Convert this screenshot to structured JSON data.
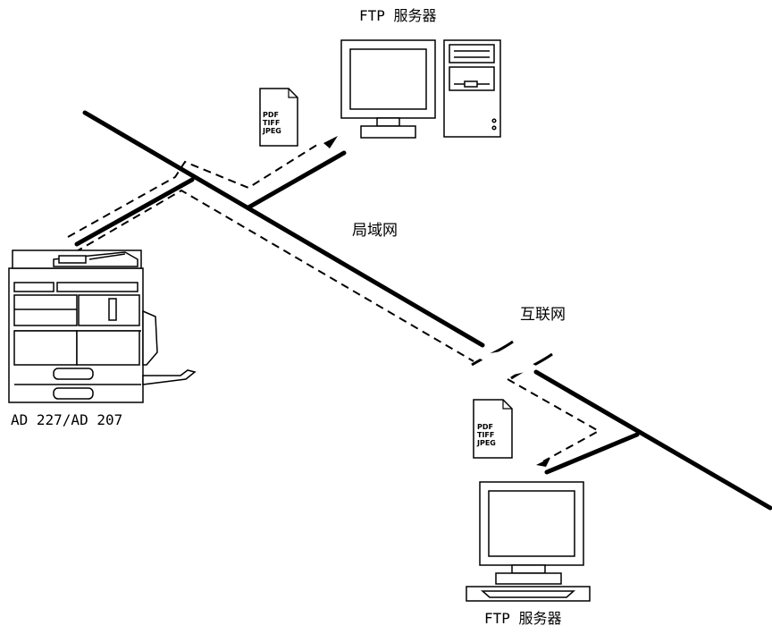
{
  "labels": {
    "ftp_server_top": "FTP 服务器",
    "lan": "局域网",
    "internet": "互联网",
    "device_model": "AD 227/AD 207",
    "ftp_server_bottom": "FTP 服务器"
  },
  "documents": {
    "top": [
      "PDF",
      "TIFF",
      "JPEG"
    ],
    "bottom": [
      "PDF",
      "TIFF",
      "JPEG"
    ]
  },
  "colors": {
    "line": "#000000",
    "background": "#ffffff"
  }
}
